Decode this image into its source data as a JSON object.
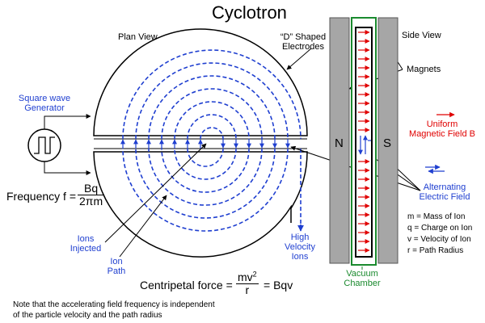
{
  "title": "Cyclotron",
  "plan_view_label": "Plan View",
  "side_view_label": "Side View",
  "d_electrodes_label": [
    "“D” Shaped",
    "Electrodes"
  ],
  "magnets_label": "Magnets",
  "square_wave_label": [
    "Square wave",
    "Generator"
  ],
  "uniform_field_label": [
    "Uniform",
    "Magnetic Field B"
  ],
  "alternating_field_label": [
    "Alternating",
    "Electric Field"
  ],
  "pole_north": "N",
  "pole_south": "S",
  "frequency": {
    "prefix": "Frequency f =",
    "numerator": "Bq",
    "denominator": "2πm"
  },
  "ions_injected_label": [
    "Ions",
    "Injected"
  ],
  "ion_path_label": [
    "Ion",
    "Path"
  ],
  "high_velocity_label": [
    "High",
    "Velocity",
    "Ions"
  ],
  "vacuum_chamber_label": [
    "Vacuum",
    "Chamber"
  ],
  "legend": [
    "m = Mass of Ion",
    "q = Charge on Ion",
    "v = Velocity of Ion",
    "r = Path Radius"
  ],
  "centripetal": {
    "prefix": "Centripetal force =",
    "numerator": "mv",
    "exponent": "2",
    "denominator": "r",
    "suffix": "= Bqv"
  },
  "note": [
    "Note that the accelerating field frequency is independent",
    "of the particle velocity and the path radius"
  ],
  "colors": {
    "ion_path": "#1f3fd0",
    "magnetic_field": "#e00000",
    "vacuum_chamber": "#1a8a2e",
    "magnet": "#a6a6a6"
  }
}
